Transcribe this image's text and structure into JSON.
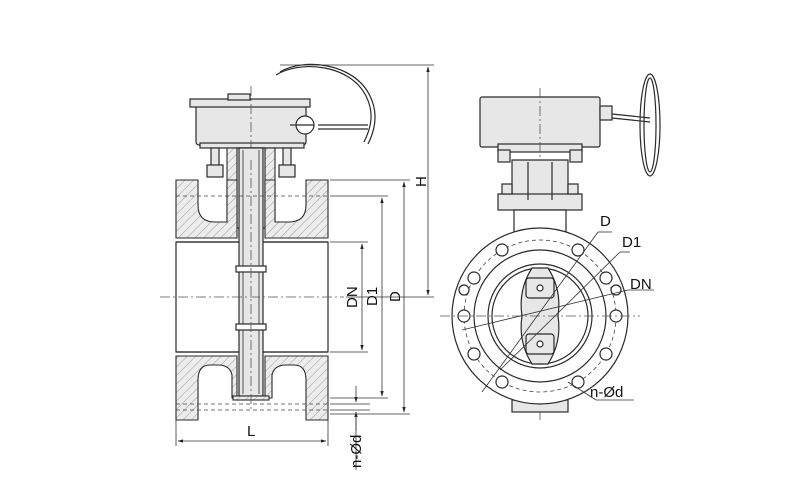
{
  "labels": {
    "side_length": "L",
    "side_bolt": "n-Ød",
    "side_dn": "DN",
    "side_d1": "D1",
    "side_d": "D",
    "side_height": "H",
    "front_d": "D",
    "front_d1": "D1",
    "front_dn": "DN",
    "front_bolt": "n-Ød"
  }
}
